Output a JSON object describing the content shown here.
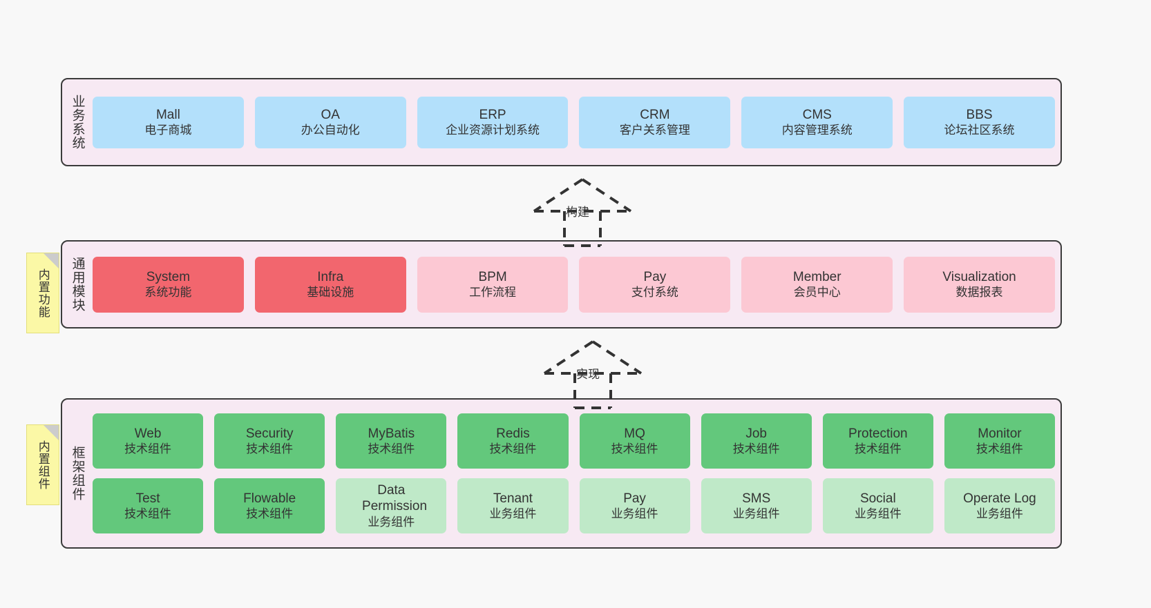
{
  "diagram": {
    "title": "System Architecture Layers",
    "background": "#f8f8f8",
    "colors": {
      "layer_bg": "#f7e9f3",
      "layer_border": "#3b3b3b",
      "business_box": "#b3e0fb",
      "module_primary": "#f2666e",
      "module_secondary": "#fcc8d3",
      "component_tech": "#63c87c",
      "component_business": "#bfe9c8",
      "note_bg": "#fbf8a6",
      "note_fold": "#cccccc"
    }
  },
  "layers": {
    "business": {
      "title": "业务系统",
      "items": [
        {
          "en": "Mall",
          "cn": "电子商城"
        },
        {
          "en": "OA",
          "cn": "办公自动化"
        },
        {
          "en": "ERP",
          "cn": "企业资源计划系统"
        },
        {
          "en": "CRM",
          "cn": "客户关系管理"
        },
        {
          "en": "CMS",
          "cn": "内容管理系统"
        },
        {
          "en": "BBS",
          "cn": "论坛社区系统"
        }
      ]
    },
    "modules": {
      "title": "通用模块",
      "note": "内置功能",
      "items": [
        {
          "en": "System",
          "cn": "系统功能",
          "style": "primary"
        },
        {
          "en": "Infra",
          "cn": "基础设施",
          "style": "primary"
        },
        {
          "en": "BPM",
          "cn": "工作流程",
          "style": "secondary"
        },
        {
          "en": "Pay",
          "cn": "支付系统",
          "style": "secondary"
        },
        {
          "en": "Member",
          "cn": "会员中心",
          "style": "secondary"
        },
        {
          "en": "Visualization",
          "cn": "数据报表",
          "style": "secondary"
        }
      ]
    },
    "framework": {
      "title": "框架组件",
      "note": "内置组件",
      "row1": [
        {
          "en": "Web",
          "cn": "技术组件",
          "style": "tech"
        },
        {
          "en": "Security",
          "cn": "技术组件",
          "style": "tech"
        },
        {
          "en": "MyBatis",
          "cn": "技术组件",
          "style": "tech"
        },
        {
          "en": "Redis",
          "cn": "技术组件",
          "style": "tech"
        },
        {
          "en": "MQ",
          "cn": "技术组件",
          "style": "tech"
        },
        {
          "en": "Job",
          "cn": "技术组件",
          "style": "tech"
        },
        {
          "en": "Protection",
          "cn": "技术组件",
          "style": "tech"
        },
        {
          "en": "Monitor",
          "cn": "技术组件",
          "style": "tech"
        }
      ],
      "row2": [
        {
          "en": "Test",
          "cn": "技术组件",
          "style": "tech"
        },
        {
          "en": "Flowable",
          "cn": "技术组件",
          "style": "tech"
        },
        {
          "en": "Data Permission",
          "cn": "业务组件",
          "style": "business"
        },
        {
          "en": "Tenant",
          "cn": "业务组件",
          "style": "business"
        },
        {
          "en": "Pay",
          "cn": "业务组件",
          "style": "business"
        },
        {
          "en": "SMS",
          "cn": "业务组件",
          "style": "business"
        },
        {
          "en": "Social",
          "cn": "业务组件",
          "style": "business"
        },
        {
          "en": "Operate Log",
          "cn": "业务组件",
          "style": "business"
        }
      ]
    }
  },
  "connectors": [
    {
      "label": "构建",
      "from": "modules",
      "to": "business",
      "style": "dashed-generalization"
    },
    {
      "label": "实现",
      "from": "framework",
      "to": "modules",
      "style": "dashed-generalization"
    }
  ]
}
